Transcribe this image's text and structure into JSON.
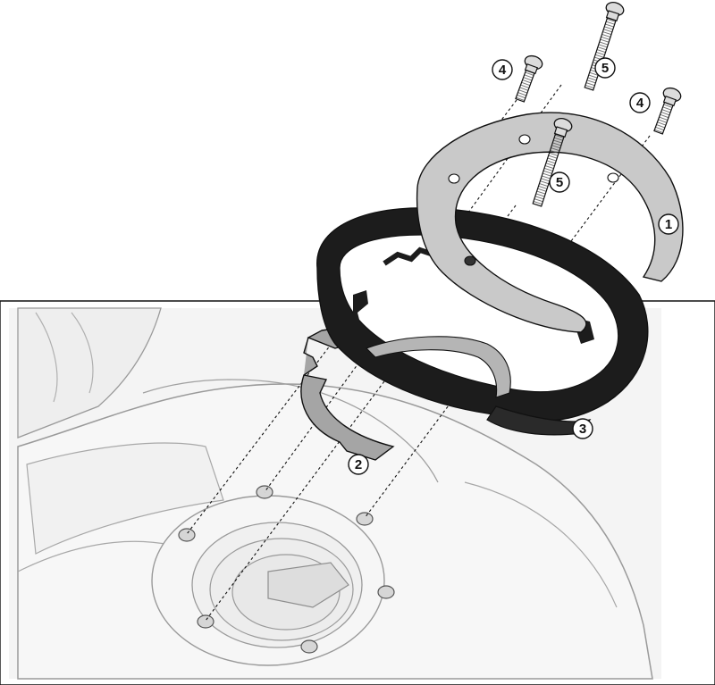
{
  "callouts": [
    {
      "id": "part-1",
      "label": "1"
    },
    {
      "id": "part-2",
      "label": "2"
    },
    {
      "id": "part-3",
      "label": "3"
    },
    {
      "id": "part-4-left",
      "label": "4"
    },
    {
      "id": "part-4-right",
      "label": "4"
    },
    {
      "id": "part-5-top",
      "label": "5"
    },
    {
      "id": "part-5-middle",
      "label": "5"
    }
  ],
  "colors": {
    "line": "#111111",
    "tank_fill": "#f4f4f4",
    "tank_line": "#9a9a9a",
    "metal_plate": "#c9c9c9",
    "gasket": "#1c1c1c",
    "lower_ring": "#a5a5a5",
    "screw": "#dcdcdc"
  },
  "icons": {
    "screw": "screw-icon",
    "ring": "ring-icon",
    "tank": "fuel-tank-icon"
  }
}
